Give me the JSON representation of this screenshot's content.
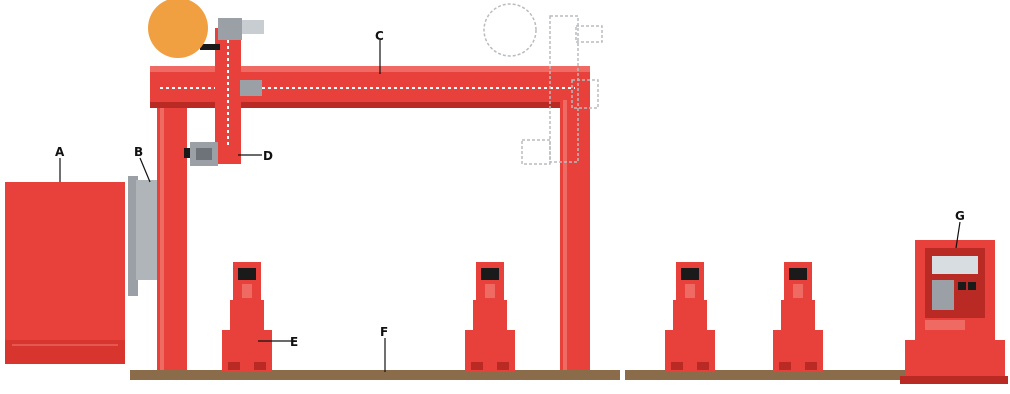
{
  "colors": {
    "red": "#e8403a",
    "dark_red": "#b92a25",
    "rail": "#8a6b4a",
    "gray": "#9aa0a6",
    "orange": "#f0a040",
    "black": "#1a1a1a"
  },
  "labels": {
    "a": "A",
    "b": "B",
    "c": "C",
    "d": "D",
    "e": "E",
    "f": "F",
    "g": "G"
  },
  "badges": {
    "orange_badge_line1": "",
    "orange_badge_line2": "",
    "ghost_badge_line1": "",
    "ghost_badge_line2": ""
  },
  "icons": [
    "welding-head-icon",
    "wire-feeder-icon",
    "control-panel-icon"
  ]
}
